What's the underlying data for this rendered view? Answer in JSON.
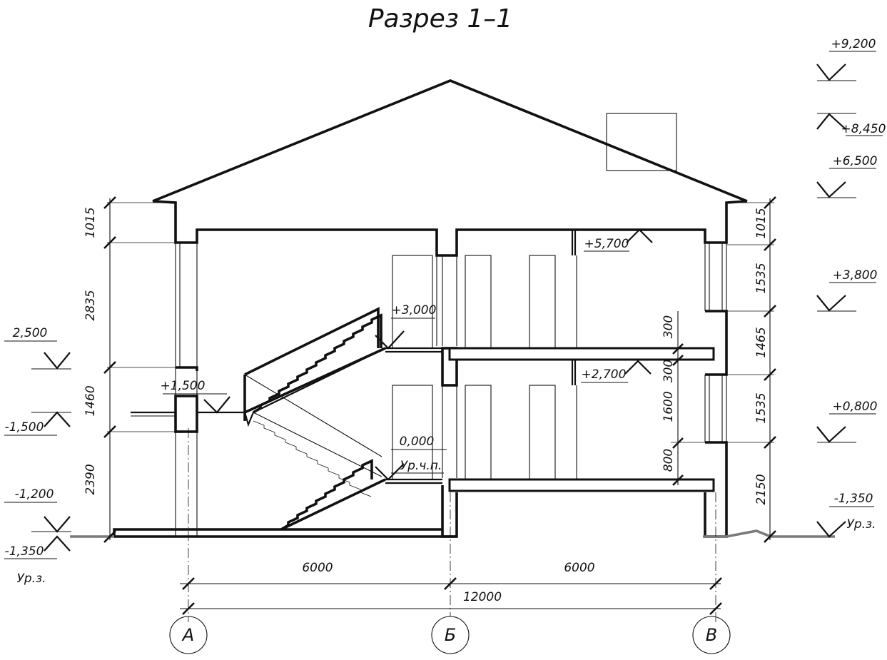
{
  "title": "Разрез 1–1",
  "elevations": {
    "ridge": "+9,200",
    "chimney": "+8,450",
    "eaves": "+6,500",
    "second_floor_level": "+3,800",
    "ground_floor_level": "+0,800",
    "ground_right": "-1,350",
    "ground_label_right": "Ур.з.",
    "left_top": "2,500",
    "left_mid": "-1,500",
    "left_low": "-1,200",
    "left_ground": "-1,350",
    "ground_label_left": "Ур.з.",
    "stair_landing": "+1,500",
    "upper_landing": "+3,000",
    "attic_floor": "+5,700",
    "upper_floor": "+2,700",
    "zero": "0,000",
    "clean_floor_label": "Ур.ч.п."
  },
  "dims_left": [
    "1015",
    "2835",
    "1460",
    "2390"
  ],
  "dims_right": [
    "1015",
    "1535",
    "1465",
    "1535",
    "2150"
  ],
  "dims_inner": [
    "300",
    "300",
    "1600",
    "800"
  ],
  "dims_bottom": {
    "span1": "6000",
    "span2": "6000",
    "total": "12000"
  },
  "axes": [
    "А",
    "Б",
    "В"
  ]
}
